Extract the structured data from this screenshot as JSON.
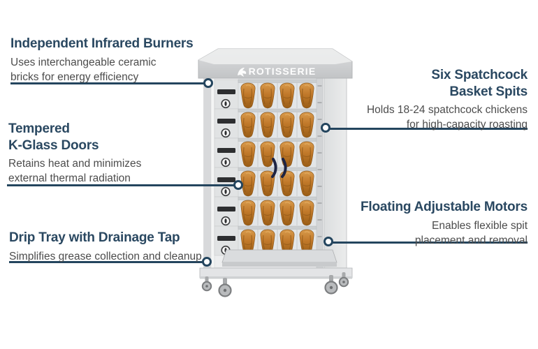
{
  "brand": {
    "logo_text": "ROTISSERIE"
  },
  "colors": {
    "accent_navy": "#24455e",
    "title_navy": "#2a4861",
    "body_text_gray": "#4c4c4c",
    "machine_gray": "#d9dadc",
    "chicken_brown": "#c1792a"
  },
  "callouts": {
    "infrared_burners": {
      "title": "Independent Infrared Burners",
      "description": "Uses interchangeable ceramic\nbricks for energy efficiency"
    },
    "kglass_doors": {
      "title": "Tempered\nK-Glass Doors",
      "description": "Retains heat and minimizes\nexternal thermal radiation"
    },
    "drip_tray": {
      "title": "Drip Tray with Drainage Tap",
      "description": "Simplifies grease collection and cleanup"
    },
    "basket_spits": {
      "title": "Six Spatchcock\nBasket Spits",
      "description": "Holds 18-24 spatchcock chickens\nfor high-capacity roasting"
    },
    "floating_motors": {
      "title": "Floating Adjustable Motors",
      "description": "Enables flexible spit\nplacement and removal"
    }
  }
}
